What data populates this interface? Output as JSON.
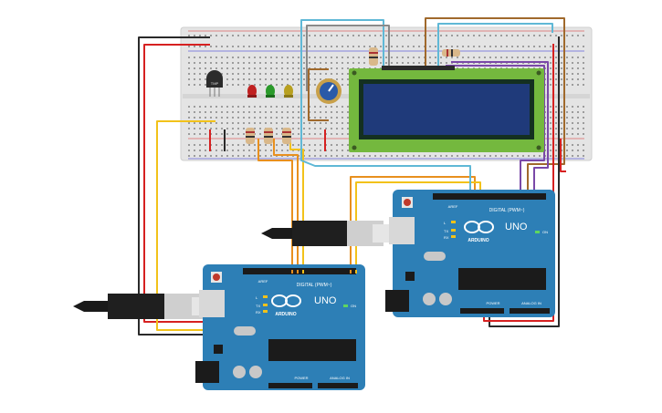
{
  "tmp_label": "TMP",
  "arduino_left": {
    "brand_name": "ARDUINO",
    "model_name": "UNO",
    "digital_header": "DIGITAL (PWM~)",
    "power_header": "POWER",
    "analog_header": "ANALOG IN",
    "on_label": "ON",
    "l_label": "L",
    "tx_label": "TX",
    "rx_label": "RX",
    "aref_label": "AREF"
  },
  "arduino_right": {
    "brand_name": "ARDUINO",
    "model_name": "UNO",
    "digital_header": "DIGITAL (PWM~)",
    "power_header": "POWER",
    "analog_header": "ANALOG IN",
    "on_label": "ON",
    "l_label": "L",
    "tx_label": "TX",
    "rx_label": "RX",
    "aref_label": "AREF"
  },
  "colors": {
    "board_blue": "#2d7fb6",
    "breadboard": "#e6e6e6",
    "lcd_green": "#74b83e",
    "lcd_screen": "#1f3a7a",
    "wire_red": "#d62020",
    "wire_black": "#2a2a2a",
    "wire_yellow": "#f2c21a",
    "wire_orange": "#e8901e",
    "wire_cyan": "#5fb8d6",
    "wire_brown": "#a0692c",
    "wire_purple": "#7a48a8",
    "wire_gray": "#8a8a8a",
    "led_red": "#c02020",
    "led_green": "#2a9a2a",
    "led_yellow": "#b8a020"
  }
}
